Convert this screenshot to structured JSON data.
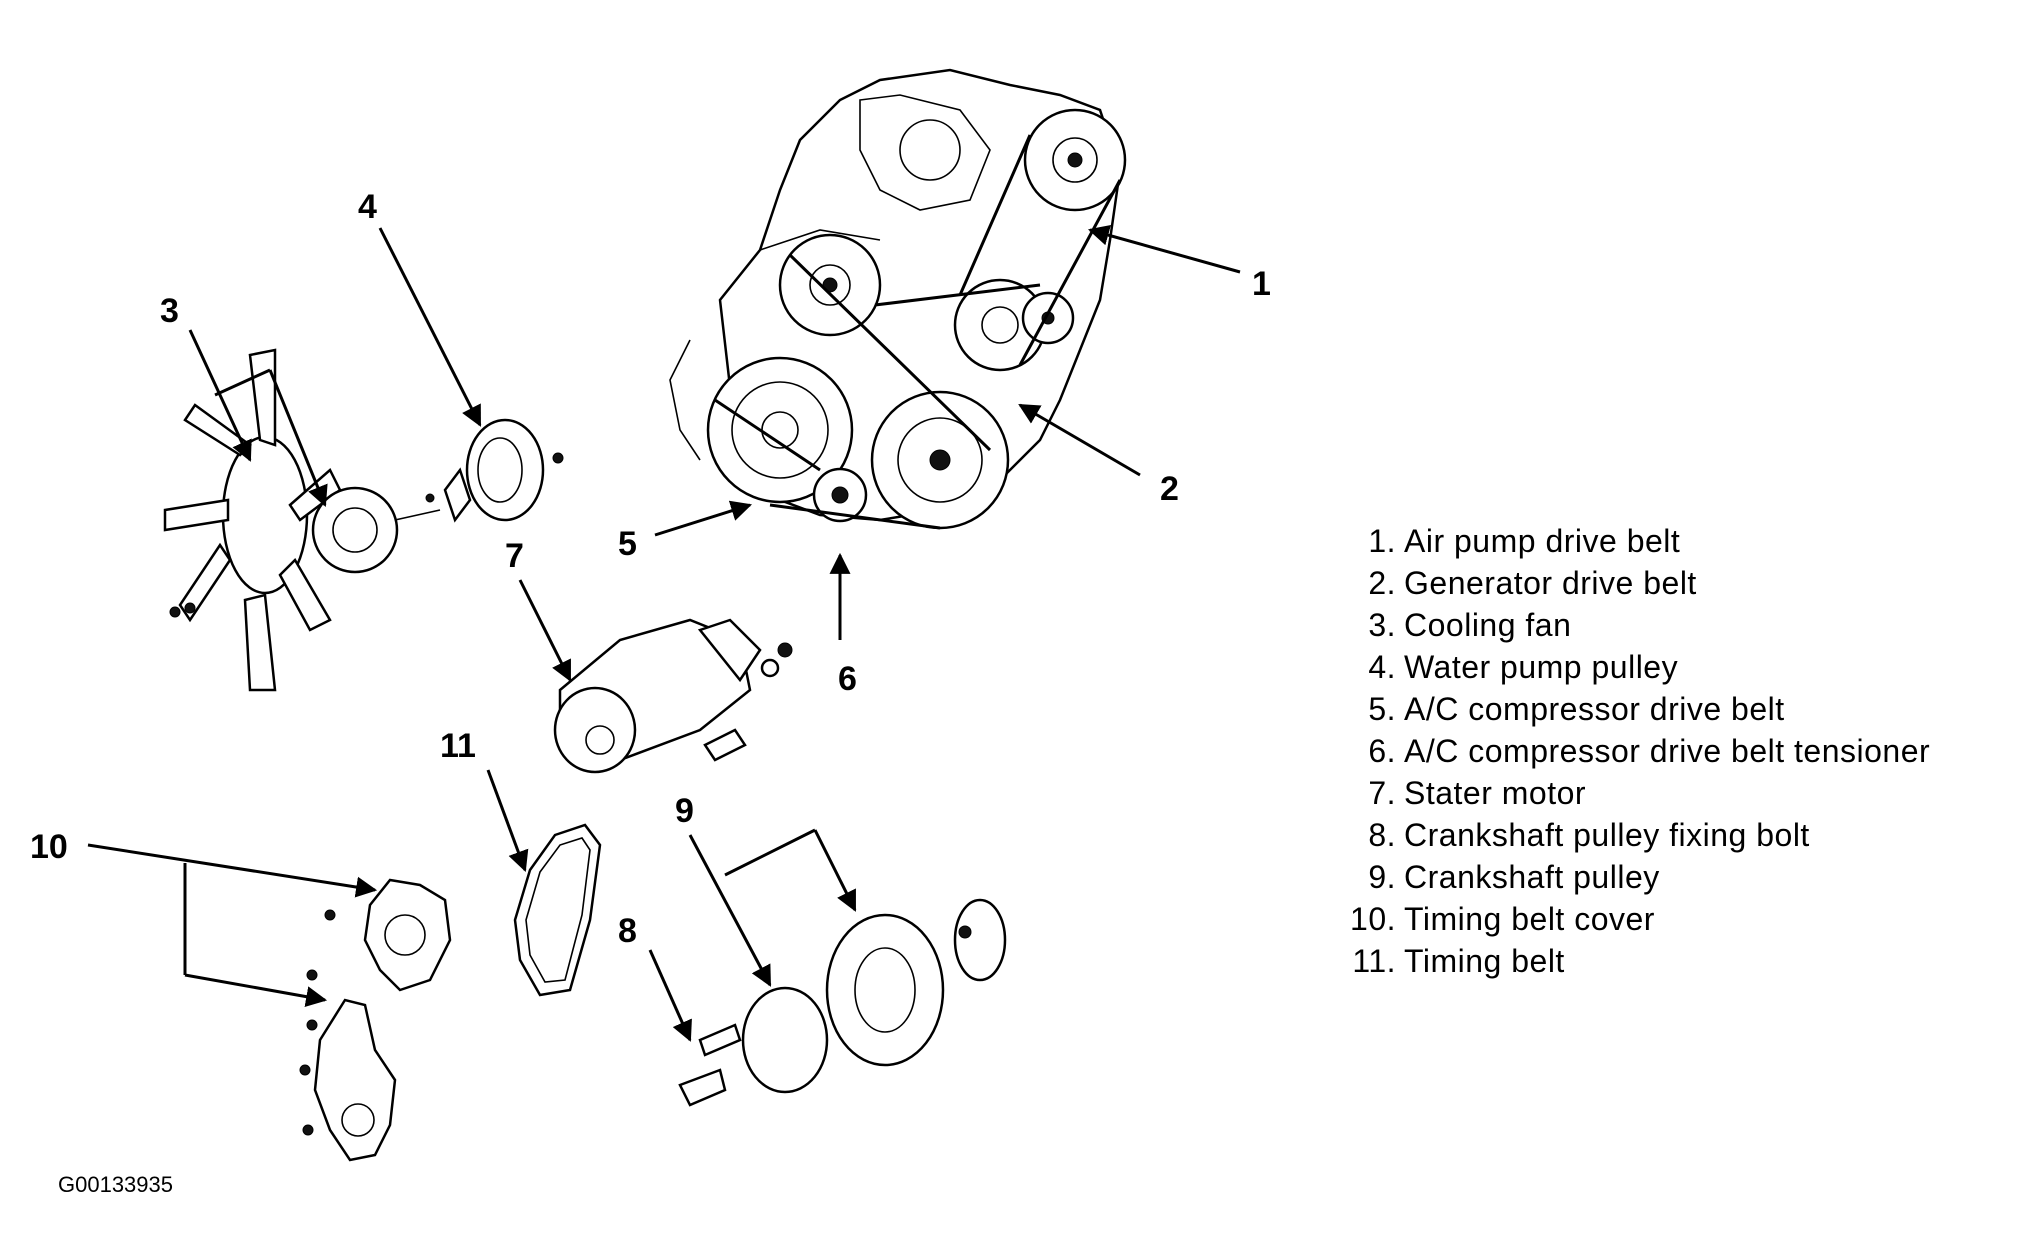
{
  "legend": [
    {
      "num": "1.",
      "text": "Air pump drive belt"
    },
    {
      "num": "2.",
      "text": "Generator drive belt"
    },
    {
      "num": "3.",
      "text": "Cooling fan"
    },
    {
      "num": "4.",
      "text": "Water pump pulley"
    },
    {
      "num": "5.",
      "text": "A/C compressor drive belt"
    },
    {
      "num": "6.",
      "text": "A/C compressor drive belt tensioner"
    },
    {
      "num": "7.",
      "text": "Stater motor"
    },
    {
      "num": "8.",
      "text": "Crankshaft pulley fixing bolt"
    },
    {
      "num": "9.",
      "text": "Crankshaft pulley"
    },
    {
      "num": "10.",
      "text": "Timing belt cover"
    },
    {
      "num": "11.",
      "text": "Timing belt"
    }
  ],
  "callouts": {
    "c1": "1",
    "c2": "2",
    "c3": "3",
    "c4": "4",
    "c5": "5",
    "c6": "6",
    "c7": "7",
    "c8": "8",
    "c9": "9",
    "c10": "10",
    "c11": "11"
  },
  "figure_id": "G00133935"
}
